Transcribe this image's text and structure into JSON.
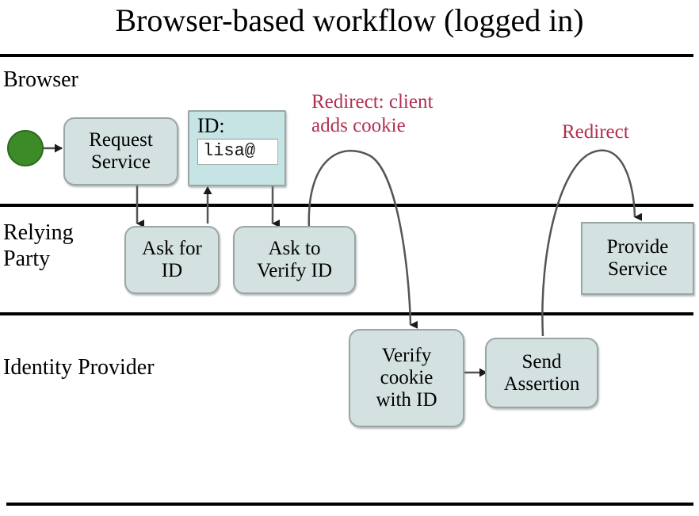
{
  "page": {
    "title": "Browser-based workflow (logged in)",
    "background": "#ffffff"
  },
  "colors": {
    "node_fill": "#d4e1e1",
    "node_stroke": "#9aa6a6",
    "id_widget_fill": "#c6e4e4",
    "start_node_fill": "#3d8b28",
    "start_node_stroke": "#2c6b1c",
    "annotation_text": "#b03050",
    "lane_divider": "#000000",
    "arrow": "#444444",
    "text": "#000000"
  },
  "lanes": [
    {
      "id": "browser",
      "label": "Browser"
    },
    {
      "id": "relying",
      "label": "Relying\nParty"
    },
    {
      "id": "idp",
      "label": "Identity Provider"
    }
  ],
  "start_node": {
    "name": "start"
  },
  "nodes": [
    {
      "id": "request-service",
      "label": "Request\nService",
      "lane": "browser",
      "shape": "rounded"
    },
    {
      "id": "ask-for-id",
      "label": "Ask for\nID",
      "lane": "relying",
      "shape": "rounded"
    },
    {
      "id": "ask-to-verify-id",
      "label": "Ask to\nVerify ID",
      "lane": "relying",
      "shape": "rounded"
    },
    {
      "id": "provide-service",
      "label": "Provide\nService",
      "lane": "relying",
      "shape": "square"
    },
    {
      "id": "verify-cookie",
      "label": "Verify\ncookie\nwith ID",
      "lane": "idp",
      "shape": "rounded"
    },
    {
      "id": "send-assertion",
      "label": "Send\nAssertion",
      "lane": "idp",
      "shape": "rounded"
    }
  ],
  "id_widget": {
    "caption": "ID:",
    "value": "lisa@",
    "placeholder": "lisa@"
  },
  "annotations": [
    {
      "id": "redirect-cookie",
      "text": "Redirect: client\nadds cookie"
    },
    {
      "id": "redirect",
      "text": "Redirect"
    }
  ],
  "edges": [
    {
      "from": "start",
      "to": "request-service",
      "kind": "straight"
    },
    {
      "from": "request-service",
      "to": "ask-for-id",
      "kind": "straight"
    },
    {
      "from": "ask-for-id",
      "to": "id-widget",
      "kind": "straight"
    },
    {
      "from": "id-widget",
      "to": "ask-to-verify-id",
      "kind": "straight"
    },
    {
      "from": "ask-to-verify-id",
      "to": "verify-cookie",
      "kind": "curved",
      "label": "Redirect: client adds cookie"
    },
    {
      "from": "verify-cookie",
      "to": "send-assertion",
      "kind": "straight"
    },
    {
      "from": "send-assertion",
      "to": "provide-service",
      "kind": "curved",
      "label": "Redirect"
    }
  ]
}
